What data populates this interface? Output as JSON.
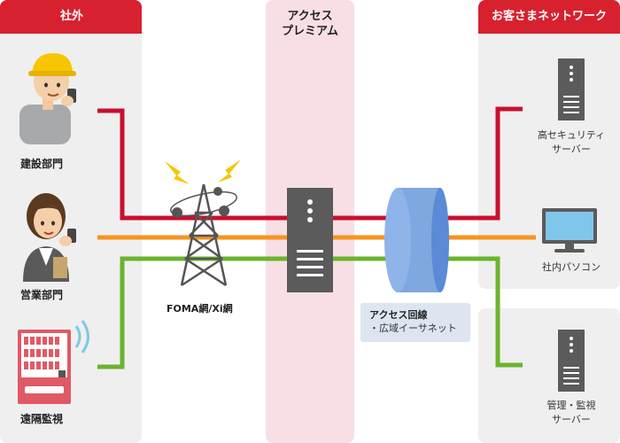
{
  "left_panel": {
    "title": "社外",
    "items": [
      {
        "label": "建設部門"
      },
      {
        "label": "営業部門"
      },
      {
        "label": "遠隔監視"
      }
    ]
  },
  "center": {
    "title_line1": "アクセス",
    "title_line2": "プレミアム",
    "tower_label": "FOMA網/Xi網",
    "access_line_title": "アクセス回線",
    "access_line_item": "・広域イーサネット"
  },
  "right_panel": {
    "title": "お客さまネットワーク",
    "items": [
      {
        "label_line1": "高セキュリティ",
        "label_line2": "サーバー"
      },
      {
        "label_line1": "社内パソコン",
        "label_line2": ""
      },
      {
        "label_line1": "管理・監視",
        "label_line2": "サーバー"
      }
    ]
  },
  "colors": {
    "brand_red": "#d8212f",
    "line_red": "#c8102e",
    "line_orange": "#f7941d",
    "line_green": "#6ab42d",
    "server_gray": "#5b5b5b",
    "tunnel_blue": "#7fa7e0"
  },
  "icons": [
    "worker-helmet-icon",
    "businesswoman-icon",
    "vending-machine-icon",
    "radio-tower-icon",
    "server-icon",
    "tunnel-icon",
    "monitor-icon"
  ]
}
